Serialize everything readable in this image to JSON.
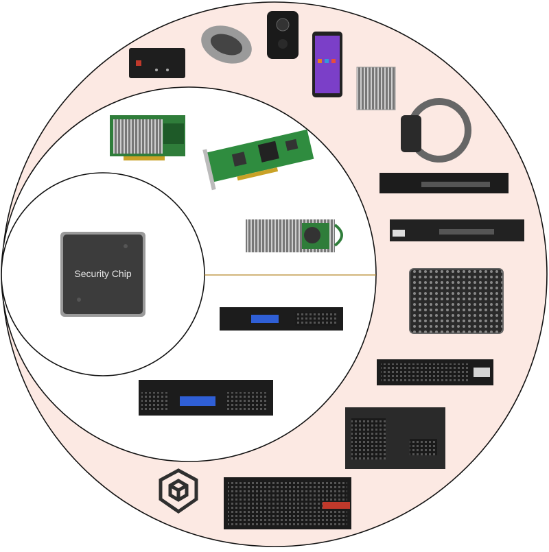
{
  "diagram": {
    "center_label": "Security Chip",
    "colors": {
      "outer_fill": "#fce9e3",
      "inner_fill": "#ffffff",
      "stroke": "#111111",
      "divider": "#b8892a",
      "chip_body": "#3c3c3c"
    },
    "layers": [
      {
        "name": "outer-ring",
        "device_icons": [
          "usb-token-icon",
          "ring-device-icon",
          "body-camera-icon",
          "smartphone-icon",
          "iot-gateway-icon",
          "smart-lock-icon",
          "network-switch-icon",
          "firewall-appliance-icon",
          "embedded-module-icon",
          "storage-array-icon",
          "mini-server-icon",
          "rack-server-icon",
          "shield-logo-icon"
        ]
      },
      {
        "name": "middle-ring",
        "device_icons": [
          "expansion-card-icon",
          "pcie-card-icon",
          "heatsink-card-icon",
          "rack-appliance-1u-icon",
          "rack-appliance-2u-icon"
        ]
      },
      {
        "name": "inner-core",
        "device_icons": [
          "security-chip-icon"
        ]
      }
    ]
  }
}
